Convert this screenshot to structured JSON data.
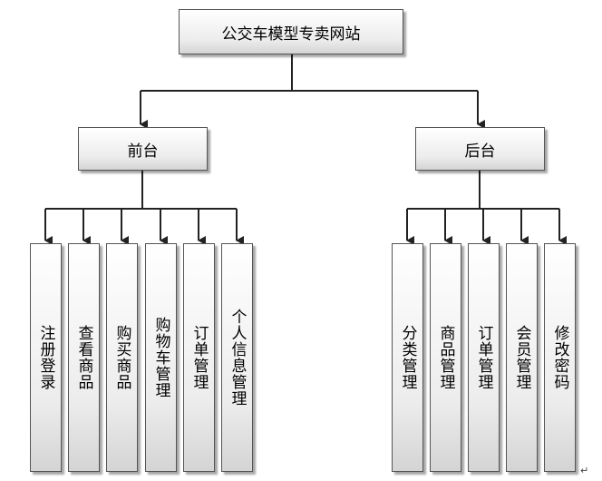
{
  "root": {
    "label": "公交车模型专卖网站"
  },
  "front": {
    "label": "前台",
    "items": [
      {
        "label": "注册登录"
      },
      {
        "label": "查看商品"
      },
      {
        "label": "购买商品"
      },
      {
        "label": "购物车管理"
      },
      {
        "label": "订单管理"
      },
      {
        "label": "个人信息管理"
      }
    ]
  },
  "back": {
    "label": "后台",
    "items": [
      {
        "label": "分类管理"
      },
      {
        "label": "商品管理"
      },
      {
        "label": "订单管理"
      },
      {
        "label": "会员管理"
      },
      {
        "label": "修改密码"
      }
    ]
  },
  "colors": {
    "line": "#222222",
    "border": "#555555"
  },
  "return_mark": "↵"
}
